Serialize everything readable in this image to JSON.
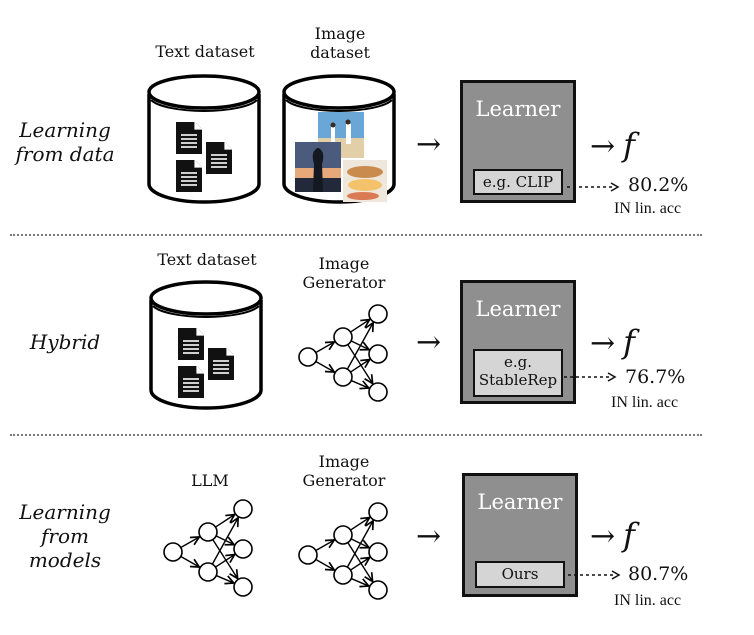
{
  "rows": [
    {
      "id": "learning-from-data",
      "label": "Learning from data",
      "label_lines": [
        "Learning",
        "from data"
      ],
      "sources": [
        {
          "label_lines": [
            "Text dataset"
          ],
          "type": "database-documents"
        },
        {
          "label_lines": [
            "Image",
            "dataset"
          ],
          "type": "database-images"
        }
      ],
      "learner": {
        "title": "Learner",
        "method_lines": [
          "e.g. CLIP"
        ]
      },
      "output_symbol": "f",
      "accuracy": "80.2%",
      "metric": "IN lin. acc"
    },
    {
      "id": "hybrid",
      "label": "Hybrid",
      "label_lines": [
        "Hybrid"
      ],
      "sources": [
        {
          "label_lines": [
            "Text dataset"
          ],
          "type": "database-documents"
        },
        {
          "label_lines": [
            "Image",
            "Generator"
          ],
          "type": "neural-network"
        }
      ],
      "learner": {
        "title": "Learner",
        "method_lines": [
          "e.g.",
          "StableRep"
        ]
      },
      "output_symbol": "f",
      "accuracy": "76.7%",
      "metric": "IN lin. acc"
    },
    {
      "id": "learning-from-models",
      "label": "Learning from models",
      "label_lines": [
        "Learning",
        "from",
        "models"
      ],
      "sources": [
        {
          "label_lines": [
            "LLM"
          ],
          "type": "neural-network"
        },
        {
          "label_lines": [
            "Image",
            "Generator"
          ],
          "type": "neural-network"
        }
      ],
      "learner": {
        "title": "Learner",
        "method_lines": [
          "Ours"
        ]
      },
      "output_symbol": "f",
      "accuracy": "80.7%",
      "metric": "IN lin. acc"
    }
  ],
  "arrow_glyph": "→",
  "colors": {
    "learner_fill": "#8f8f8f",
    "method_fill": "#d5d5d5",
    "separator": "#777777",
    "learner_title": "#ffffff"
  }
}
